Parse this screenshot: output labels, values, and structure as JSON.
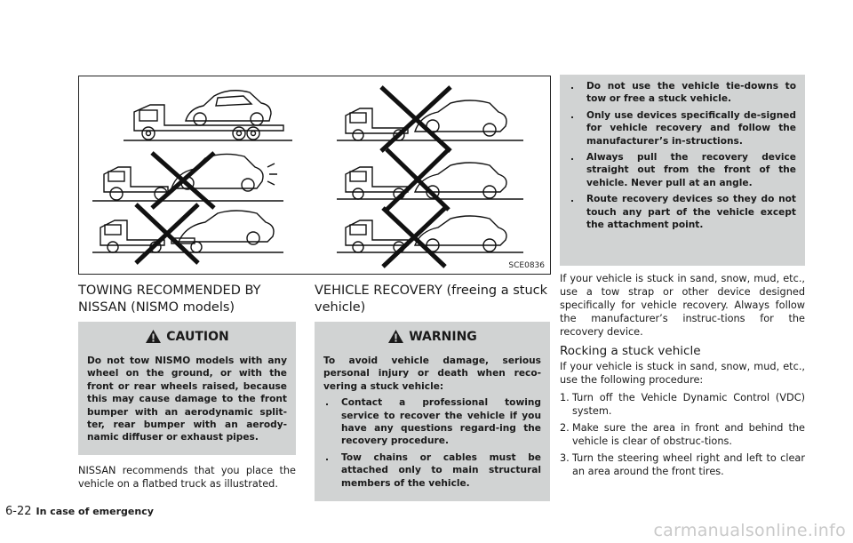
{
  "figure": {
    "id": "SCE0836",
    "alt": "Towing method illustrations"
  },
  "left": {
    "heading": "TOWING RECOMMENDED BY NISSAN (NISMO models)",
    "caution": {
      "title": "CAUTION",
      "text": "Do not tow NISMO models with any wheel on the ground, or with the front or rear wheels raised, because this may cause damage to the front bumper with an aerodynamic split-ter, rear bumper with an aerody-namic diffuser or exhaust pipes."
    },
    "para": "NISSAN recommends that you place the vehicle on a flatbed truck as illustrated."
  },
  "middle": {
    "heading": "VEHICLE RECOVERY (freeing a stuck vehicle)",
    "warning": {
      "title": "WARNING",
      "intro": "To avoid vehicle damage, serious personal injury or death when reco-vering a stuck vehicle:",
      "bullets": [
        "Contact a professional towing service to recover the vehicle if you have any questions regard-ing the recovery procedure.",
        "Tow chains or cables must be attached only to main structural members of the vehicle."
      ]
    }
  },
  "right": {
    "bullets": [
      "Do not use the vehicle tie-downs to tow or free a stuck vehicle.",
      "Only use devices specifically de-signed for vehicle recovery and follow the manufacturer’s in-structions.",
      "Always pull the recovery device straight out from the front of the vehicle. Never pull at an angle.",
      "Route recovery devices so they do not touch any part of the vehicle except the attachment point."
    ],
    "para": "If your vehicle is stuck in sand, snow, mud, etc., use a tow strap or other device designed specifically for vehicle recovery. Always follow the manufacturer’s instruc-tions for the recovery device.",
    "subheading": "Rocking a stuck vehicle",
    "para2": "If your vehicle is stuck in sand, snow, mud, etc., use the following procedure:",
    "steps": [
      "Turn off the Vehicle Dynamic Control (VDC) system.",
      "Make sure the area in front and behind the vehicle is clear of obstruc-tions.",
      "Turn the steering wheel right and left to clear an area around the front tires."
    ]
  },
  "bullet_char": ".",
  "footer": {
    "page": "6-22",
    "section": "In case of emergency"
  },
  "watermark": "carmanualsonline.info"
}
